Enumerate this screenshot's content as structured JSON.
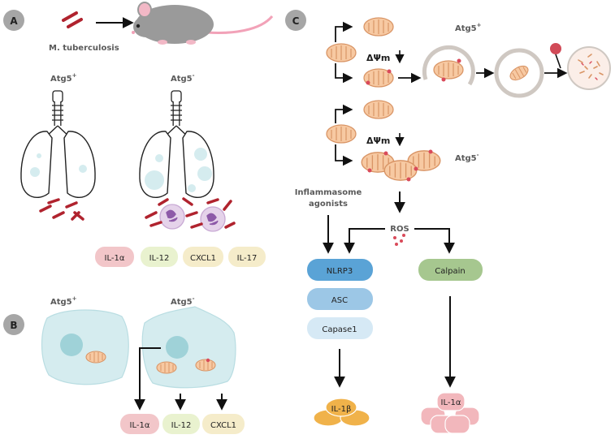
{
  "panels": {
    "a": "A",
    "b": "B",
    "c": "C"
  },
  "panel_a": {
    "pathogen": "M. tuberculosis",
    "wt_label": "Atg5",
    "wt_sup": "+",
    "ko_label": "Atg5",
    "ko_sup": "-",
    "cytokines": [
      "IL-1α",
      "IL-12",
      "CXCL1",
      "IL-17"
    ]
  },
  "panel_b": {
    "wt_label": "Atg5",
    "wt_sup": "+",
    "ko_label": "Atg5",
    "ko_sup": "-",
    "cytokines": [
      "IL-1α",
      "IL-12",
      "CXCL1"
    ]
  },
  "panel_c": {
    "wt_label": "Atg5",
    "wt_sup": "+",
    "ko_label": "Atg5",
    "ko_sup": "-",
    "membrane_potential": "ΔΨm",
    "ros": "ROS",
    "inflammasome_line1": "Inflammasome",
    "inflammasome_line2": "agonists",
    "nlrp3": "NLRP3",
    "asc": "ASC",
    "caspase1": "Capase1",
    "calpain": "Calpain",
    "il1b": "IL-1β",
    "il1a": "IL-1α"
  },
  "colors": {
    "circle_badge": "#a6a6a6",
    "mito_fill": "#f7c9a2",
    "mito_stroke": "#d99566",
    "cell_fill": "#d5ecef",
    "bacteria": "#b0232e",
    "il1a_pill": "#f2c6c9",
    "il12_pill": "#e9f2cf",
    "cxcl1_pill": "#f5ecca",
    "il17_pill": "#f5ecca",
    "nlrp3": "#5aa3d6",
    "asc": "#9cc7e6",
    "caspase": "#d6e9f5",
    "calpain": "#a6c78f",
    "il1b": "#f0b24a",
    "il1a_cluster": "#f2b7bc"
  }
}
